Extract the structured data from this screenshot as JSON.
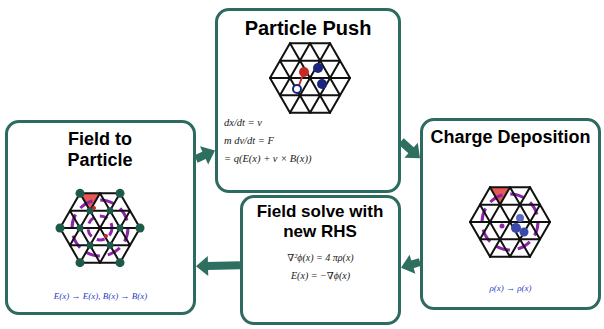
{
  "diagram": {
    "nodes": [
      {
        "text": [
          "Particle Push",
          "dx/dt = v",
          "m dv/dt = F",
          "= q(E(x) + v × B(x))"
        ]
      },
      {
        "text": [
          "Field to Particle",
          "E(x) → E(x), B(x) → B(x)"
        ]
      },
      {
        "text": [
          "Charge Deposition",
          "ρ(x) → ρ(x)"
        ]
      },
      {
        "text": [
          "Field solve with new RHS",
          "∇²ϕ(x) = 4 πρ(x)",
          "E(x) = −∇ϕ(x)"
        ]
      }
    ],
    "edges": [
      {
        "from": 1,
        "to": 0,
        "arrow": "to"
      },
      {
        "from": 0,
        "to": 2,
        "arrow": "to"
      },
      {
        "from": 2,
        "to": 3,
        "arrow": "to"
      },
      {
        "from": 3,
        "to": 1,
        "arrow": "to"
      }
    ]
  }
}
